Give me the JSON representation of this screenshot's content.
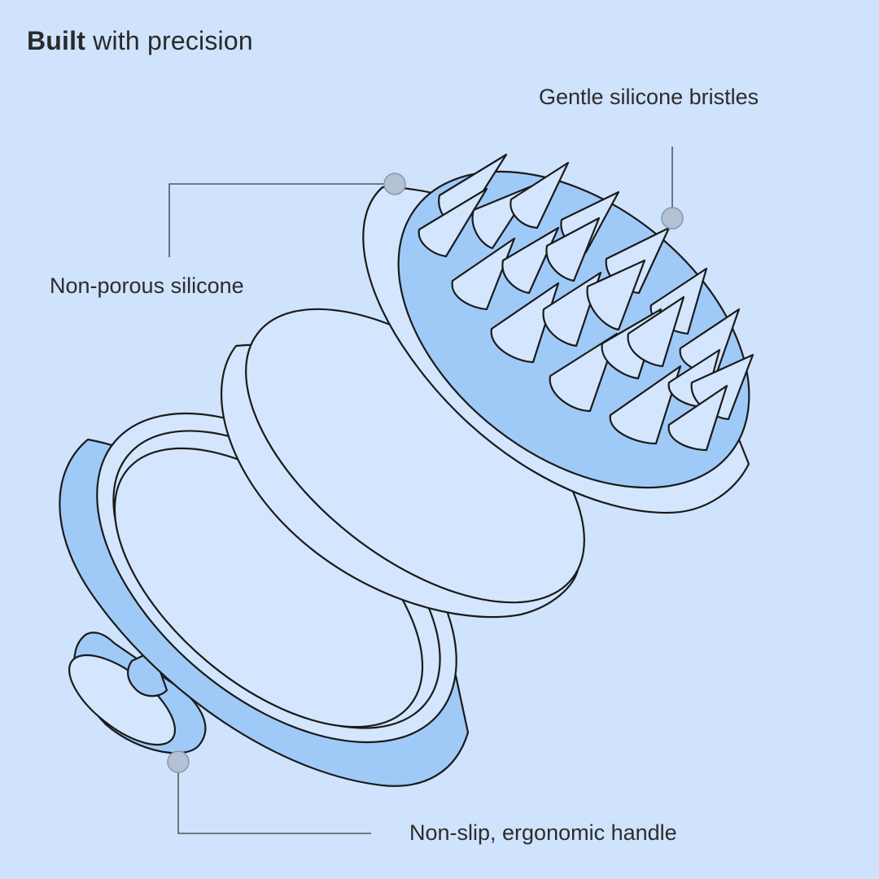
{
  "title": {
    "bold": "Built",
    "rest": " with precision"
  },
  "callouts": {
    "bristles": "Gentle silicone bristles",
    "silicone": "Non-porous silicone",
    "handle": "Non-slip, ergonomic handle"
  },
  "colors": {
    "background": "#cfe3fc",
    "fill_blue": "#9fcaf8",
    "fill_light": "#d3e6fd",
    "stroke": "#1a1a1a",
    "leader": "#3a3a3a"
  }
}
